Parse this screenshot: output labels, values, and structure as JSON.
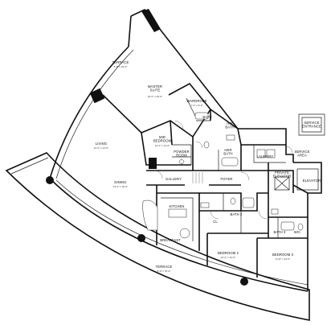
{
  "rooms": {
    "terrace_top": {
      "name": "TERRACE",
      "dim": "5'-8\" x 24'-0\""
    },
    "master_suite": {
      "name": "MASTER\nSUITE",
      "dim": "16'-0\" x 26'-0\""
    },
    "wardrobe": {
      "name": "WARDROBE",
      "dim": "7'-4\" x 9'-0\""
    },
    "master_bath": {
      "name": "BATH",
      "dim": ""
    },
    "his_bath": {
      "name": "HIS\nBATH",
      "dim": ""
    },
    "her_bath": {
      "name": "HER\nBATH",
      "dim": ""
    },
    "living": {
      "name": "LIVING",
      "dim": "21'-0\" x 24'-0\""
    },
    "mid_bedroom": {
      "name": "MID\nBEDROOM",
      "dim": "12'-0\" x 14'-0\""
    },
    "powder": {
      "name": "POWDER\nROOM",
      "dim": ""
    },
    "dining": {
      "name": "DINING",
      "dim": "13'-0\" x 16'-0\""
    },
    "gallery": {
      "name": "GALLERY",
      "dim": ""
    },
    "foyer": {
      "name": "FOYER",
      "dim": ""
    },
    "laundry": {
      "name": "LAUNDRY",
      "dim": ""
    },
    "service_entrance": {
      "name": "SERVICE\nENTRANCE",
      "dim": ""
    },
    "service_area": {
      "name": "SERVICE\nAREA",
      "dim": ""
    },
    "private_elevator": {
      "name": "PRIVATE\nELEVATOR",
      "dim": ""
    },
    "elevator": {
      "name": "ELEVATOR",
      "dim": ""
    },
    "kitchen": {
      "name": "KITCHEN",
      "dim": ""
    },
    "breakfast": {
      "name": "BREAKFAST",
      "dim": ""
    },
    "bath2": {
      "name": "BATH 2",
      "dim": ""
    },
    "bath3": {
      "name": "BATH 3",
      "dim": ""
    },
    "bedroom2": {
      "name": "BEDROOM 2",
      "dim": "12'-0\" x 13'-0\""
    },
    "bedroom3": {
      "name": "BEDROOM 3",
      "dim": "11'-8\" x 13'-0\""
    },
    "terrace_bottom": {
      "name": "TERRACE",
      "dim": "8'-0\" x 70'-0\""
    },
    "closet": {
      "name": "CL",
      "dim": ""
    },
    "wic": {
      "name": "W/C",
      "dim": ""
    }
  },
  "colors": {
    "wall": "#111111",
    "background": "#ffffff",
    "column": "#111111"
  }
}
